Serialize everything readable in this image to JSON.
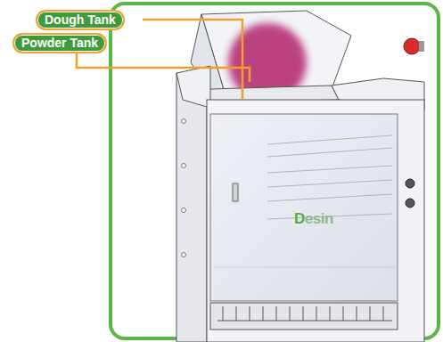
{
  "diagram": {
    "nodes": [
      {
        "text": [
          "Dough Tank"
        ]
      },
      {
        "text": [
          "Powder Tank"
        ]
      }
    ],
    "labels": [
      "Desin"
    ]
  }
}
